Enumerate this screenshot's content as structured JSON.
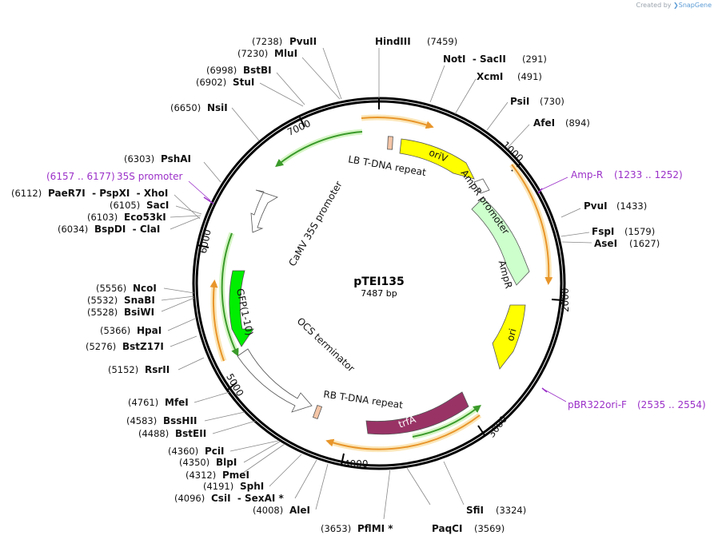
{
  "credit": {
    "prefix": "Created by",
    "brand": "SnapGene"
  },
  "plasmid": {
    "name": "pTEI135",
    "size_label": "7487 bp",
    "length": 7487
  },
  "ticks": [
    "1000",
    "2000",
    "3000",
    "4000",
    "5000",
    "6000",
    "7000"
  ],
  "enzymes": [
    {
      "pos": "(7238)",
      "name": "PvuII"
    },
    {
      "pos": "(7230)",
      "name": "MluI"
    },
    {
      "pos": "(6998)",
      "name": "BstBI"
    },
    {
      "pos": "(6902)",
      "name": "StuI"
    },
    {
      "pos": "(6650)",
      "name": "NsiI"
    },
    {
      "pos": "(6303)",
      "name": "PshAI"
    },
    {
      "pos": "(6112)",
      "name": "PaeR7I  - PspXI  - XhoI"
    },
    {
      "pos": "(6105)",
      "name": "SacI"
    },
    {
      "pos": "(6103)",
      "name": "Eco53kI"
    },
    {
      "pos": "(6034)",
      "name": "BspDI  - ClaI"
    },
    {
      "pos": "(5556)",
      "name": "NcoI"
    },
    {
      "pos": "(5532)",
      "name": "SnaBI"
    },
    {
      "pos": "(5528)",
      "name": "BsiWI"
    },
    {
      "pos": "(5366)",
      "name": "HpaI"
    },
    {
      "pos": "(5276)",
      "name": "BstZ17I"
    },
    {
      "pos": "(5152)",
      "name": "RsrII"
    },
    {
      "pos": "(4761)",
      "name": "MfeI"
    },
    {
      "pos": "(4583)",
      "name": "BssHII"
    },
    {
      "pos": "(4488)",
      "name": "BstEII"
    },
    {
      "pos": "(4360)",
      "name": "PciI"
    },
    {
      "pos": "(4350)",
      "name": "BlpI"
    },
    {
      "pos": "(4312)",
      "name": "PmeI"
    },
    {
      "pos": "(4191)",
      "name": "SphI"
    },
    {
      "pos": "(4096)",
      "name": "CsiI  - SexAI *"
    },
    {
      "pos": "(4008)",
      "name": "AleI"
    },
    {
      "pos": "(3653)",
      "name": "PflMI *"
    },
    {
      "pos": "(3569)",
      "name": "PaqCI"
    },
    {
      "pos": "(3324)",
      "name": "SfiI"
    },
    {
      "pos": "(7459)",
      "name": "HindIII"
    },
    {
      "pos": "(291)",
      "name": "NotI  - SacII"
    },
    {
      "pos": "(491)",
      "name": "XcmI"
    },
    {
      "pos": "(730)",
      "name": "PsiI"
    },
    {
      "pos": "(894)",
      "name": "AfeI"
    },
    {
      "pos": "(1433)",
      "name": "PvuI"
    },
    {
      "pos": "(1579)",
      "name": "FspI"
    },
    {
      "pos": "(1627)",
      "name": "AseI"
    }
  ],
  "primers": [
    {
      "name": "35S promoter",
      "range": "(6157 .. 6177)"
    },
    {
      "name": "Amp-R",
      "range": "(1233 .. 1252)"
    },
    {
      "name": "pBR322ori-F",
      "range": "(2535 .. 2554)"
    }
  ],
  "features": [
    {
      "name": "oriV",
      "color": "#ffff00"
    },
    {
      "name": "AmpR",
      "color": "#ccffcc"
    },
    {
      "name": "ori",
      "color": "#ffff00"
    },
    {
      "name": "trfA",
      "color": "#993366"
    },
    {
      "name": "GFP(1-10)",
      "color": "#00ee00"
    },
    {
      "name": "CaMV 35S promoter",
      "color": "#ffffff"
    },
    {
      "name": "OCS terminator",
      "color": "#ffffff"
    },
    {
      "name": "LB T-DNA repeat",
      "color": "#f5c6a8"
    },
    {
      "name": "RB T-DNA repeat",
      "color": "#f5c6a8"
    },
    {
      "name": "AmpR promoter",
      "color": "#ffffff"
    }
  ],
  "orf_color": "#e8952a",
  "orf_highlight": "#fbe6b8"
}
